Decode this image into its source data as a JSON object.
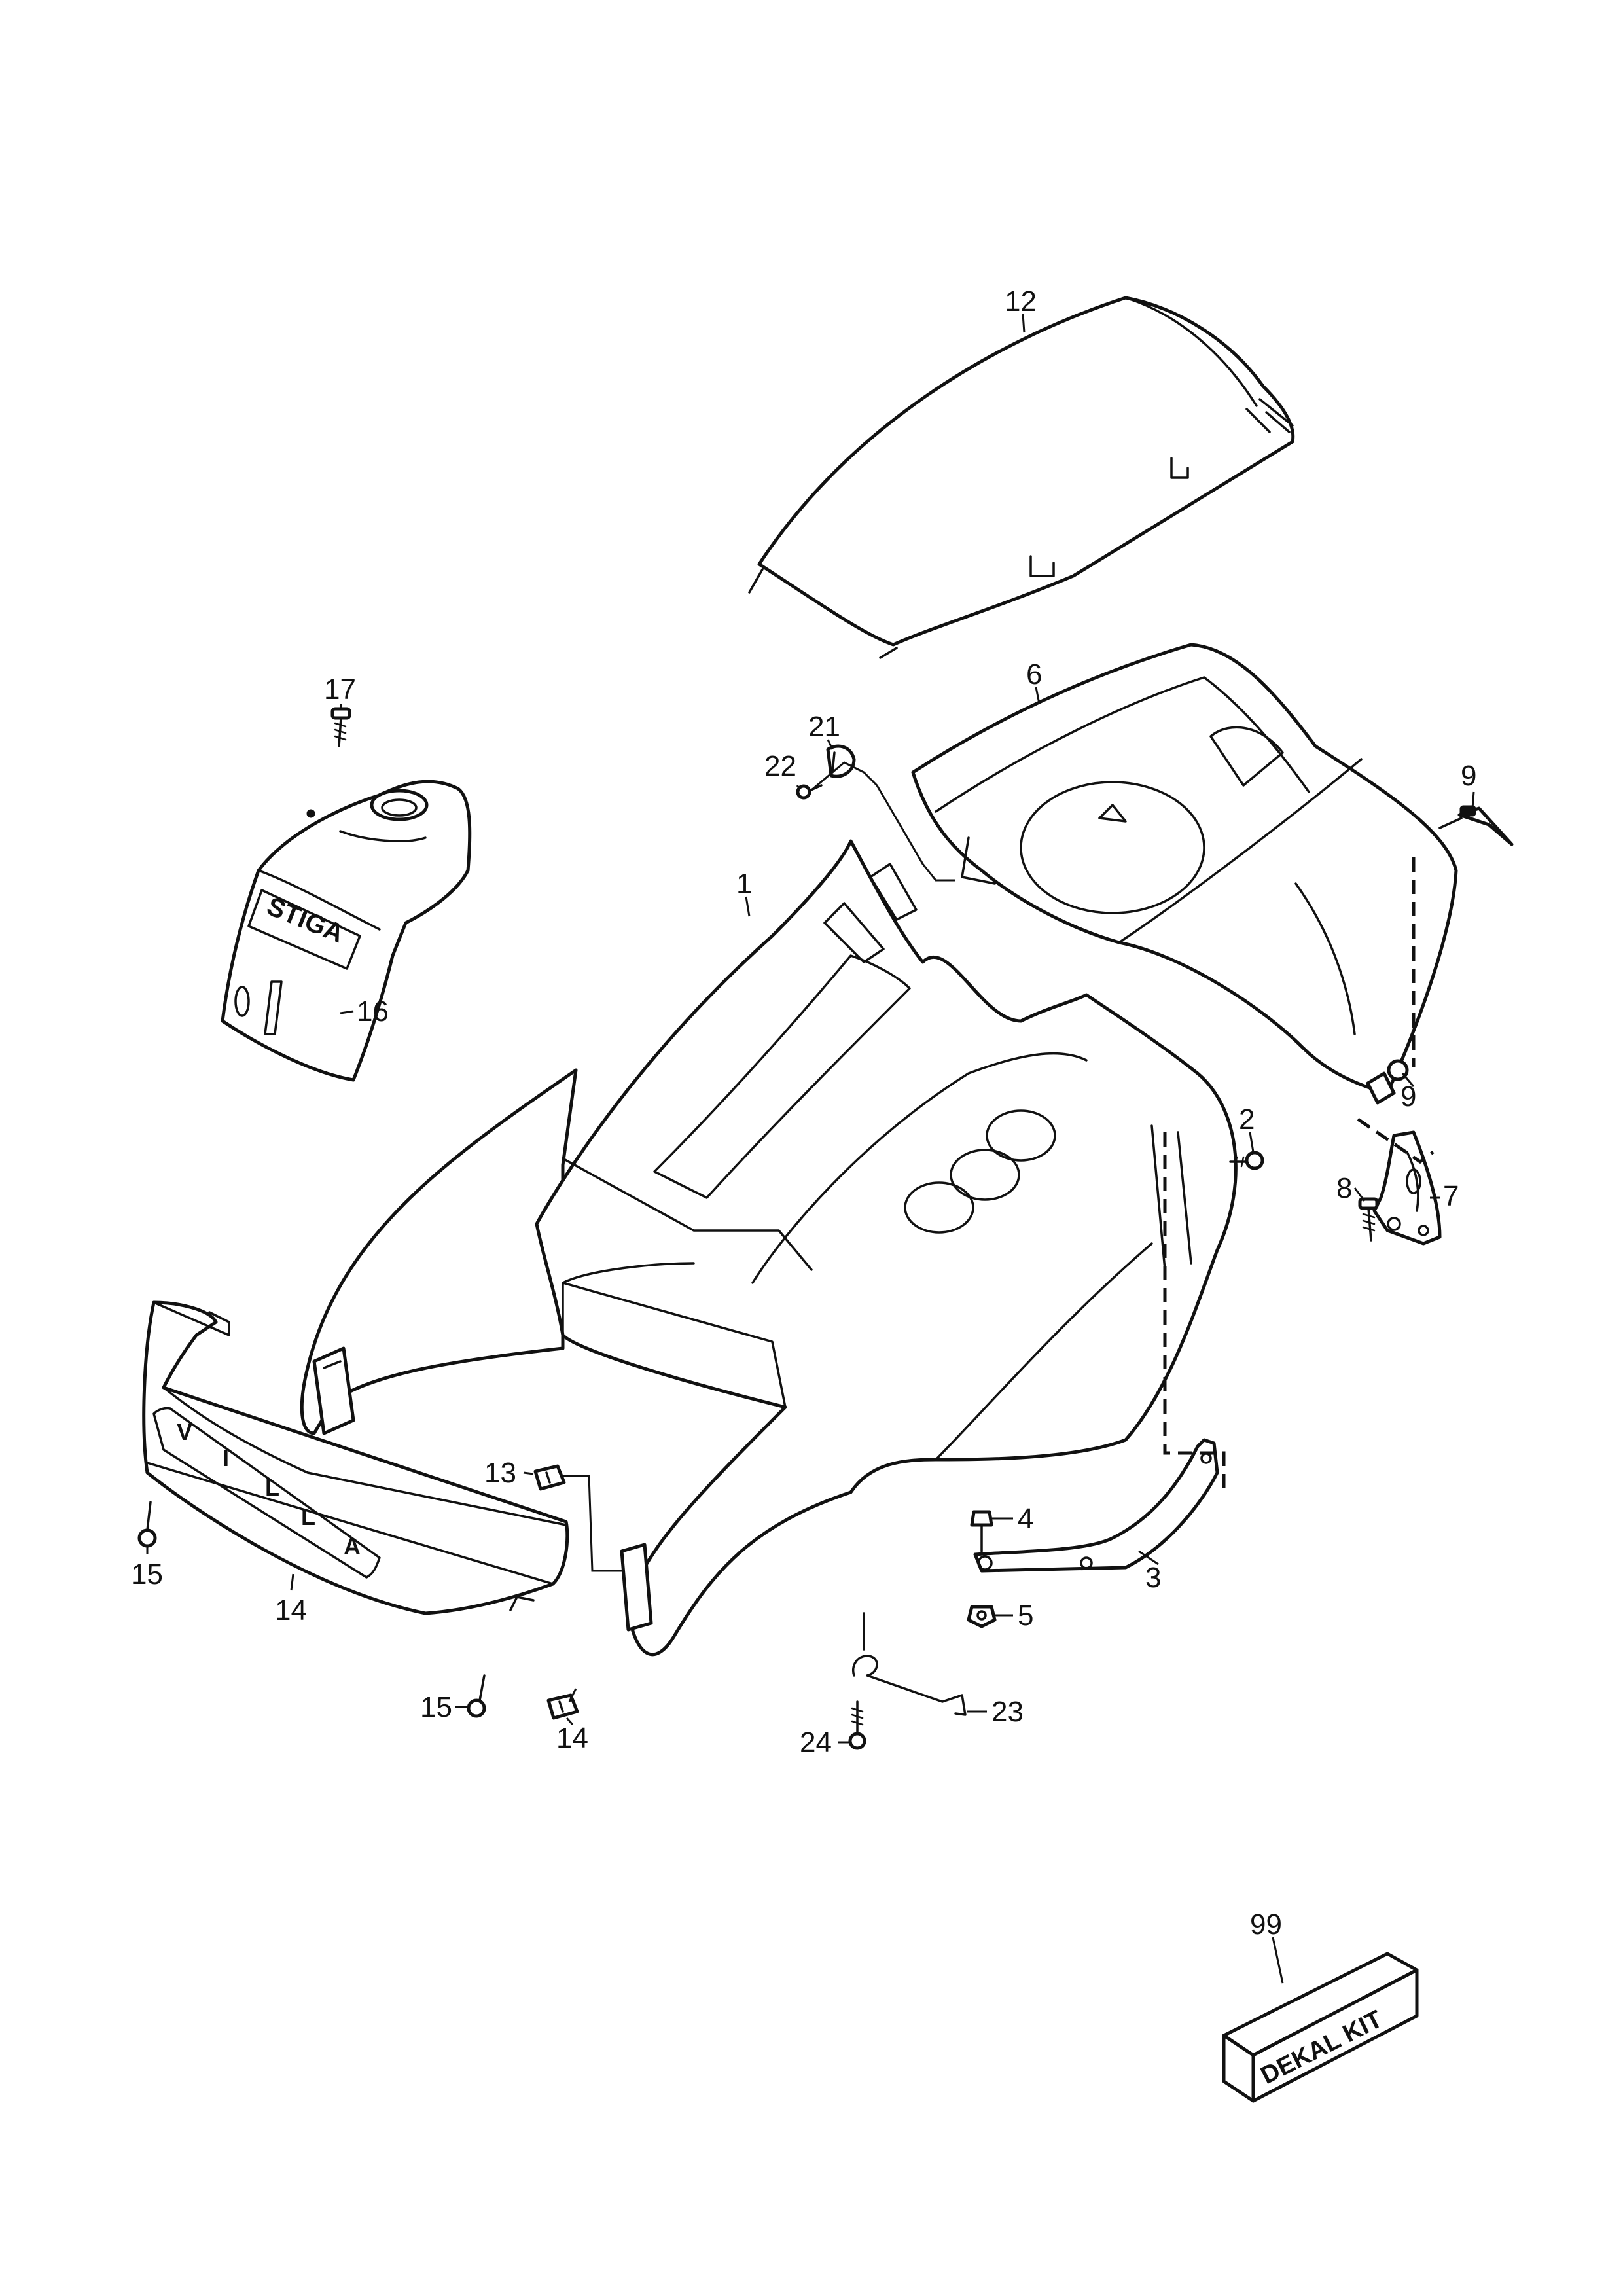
{
  "callouts": [
    {
      "id": "c1",
      "label": "1"
    },
    {
      "id": "c2",
      "label": "2"
    },
    {
      "id": "c3",
      "label": "3"
    },
    {
      "id": "c4",
      "label": "4"
    },
    {
      "id": "c5",
      "label": "5"
    },
    {
      "id": "c6",
      "label": "6"
    },
    {
      "id": "c7",
      "label": "7"
    },
    {
      "id": "c8",
      "label": "8"
    },
    {
      "id": "c9a",
      "label": "9"
    },
    {
      "id": "c9b",
      "label": "9"
    },
    {
      "id": "c12",
      "label": "12"
    },
    {
      "id": "c13",
      "label": "13"
    },
    {
      "id": "c14a",
      "label": "14"
    },
    {
      "id": "c14b",
      "label": "14"
    },
    {
      "id": "c15a",
      "label": "15"
    },
    {
      "id": "c15b",
      "label": "15"
    },
    {
      "id": "c16",
      "label": "16"
    },
    {
      "id": "c17",
      "label": "17"
    },
    {
      "id": "c21",
      "label": "21"
    },
    {
      "id": "c22",
      "label": "22"
    },
    {
      "id": "c23",
      "label": "23"
    },
    {
      "id": "c24",
      "label": "24"
    },
    {
      "id": "c99",
      "label": "99"
    }
  ],
  "markings": {
    "fuel_cover_logo": "STIGA",
    "bumper_letters": [
      "V",
      "I",
      "L",
      "L",
      "A"
    ],
    "decal_box_text": "DEKAL KIT"
  },
  "colors": {
    "line": "#111111",
    "background": "#ffffff"
  }
}
